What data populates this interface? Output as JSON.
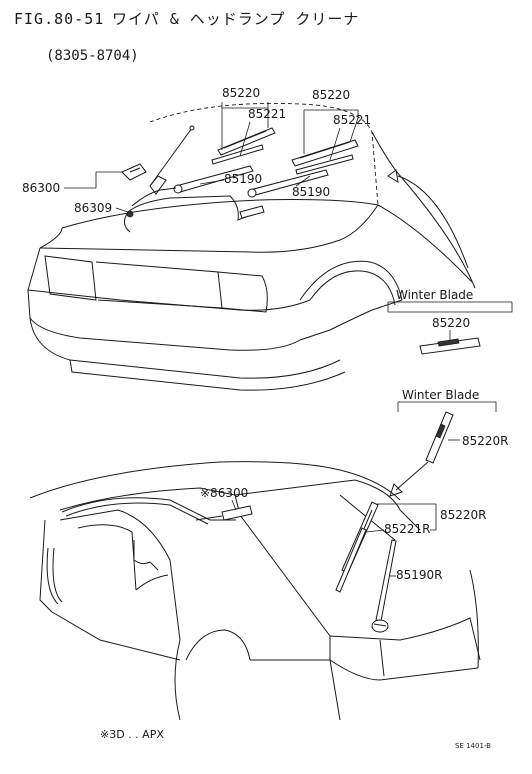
{
  "header": {
    "fig_number": "FIG.80-51",
    "fig_title": "ワイパ & ヘッドランプ クリーナ",
    "date_range": "(8305-8704)"
  },
  "upper_view": {
    "labels": {
      "p85220_left": "85220",
      "p85221_left": "85221",
      "p85220_right": "85220",
      "p85221_right": "85221",
      "p86300": "86300",
      "p86309": "86309",
      "p85190_left": "85190",
      "p85190_right": "85190"
    },
    "winter_blade": {
      "heading": "Winter Blade",
      "part": "85220"
    }
  },
  "lower_view": {
    "labels": {
      "p86300_apx": "※86300",
      "p85220R": "85220R",
      "p85221R": "85221R",
      "p85190R": "85190R"
    },
    "winter_blade": {
      "heading": "Winter Blade",
      "part": "85220R"
    }
  },
  "footer": {
    "note": "※3D . . APX",
    "code": "SE 1401-B"
  }
}
